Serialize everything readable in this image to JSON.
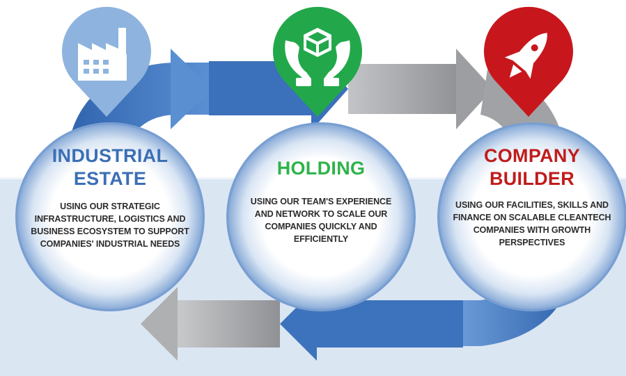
{
  "stages": [
    {
      "id": "industrial-estate",
      "title_line1": "INDUSTRIAL",
      "title_line2": "ESTATE",
      "title_color": "#3a6fb5",
      "pin_color": "#8eb3de",
      "icon": "factory-icon",
      "desc_lines": [
        "USING OUR STRATEGIC",
        "INFRASTRUCTURE, LOGISTICS AND",
        "BUSINESS ECOSYSTEM TO SUPPORT",
        "COMPANIES' INDUSTRIAL NEEDS"
      ]
    },
    {
      "id": "holding",
      "title_line1": "HOLDING",
      "title_line2": "",
      "title_color": "#2fb34a",
      "pin_color": "#22a84a",
      "icon": "hands-box-icon",
      "desc_lines": [
        "USING OUR TEAM'S EXPERIENCE",
        "AND NETWORK TO SCALE OUR",
        "COMPANIES QUICKLY AND",
        "EFFICIENTLY"
      ]
    },
    {
      "id": "company-builder",
      "title_line1": "COMPANY",
      "title_line2": "BUILDER",
      "title_color": "#c01c1c",
      "pin_color": "#c8161d",
      "icon": "rocket-icon",
      "desc_lines": [
        "USING OUR FACILITIES, SKILLS AND",
        "FINANCE ON SCALABLE CLEANTECH",
        "COMPANIES WITH GROWTH",
        "PERSPECTIVES"
      ]
    }
  ],
  "colors": {
    "panel": "#dbe6f3",
    "arrow_blue": "#3f74bd",
    "arrow_gray": "#a6a8ab",
    "ring": "#7aa1d2"
  }
}
